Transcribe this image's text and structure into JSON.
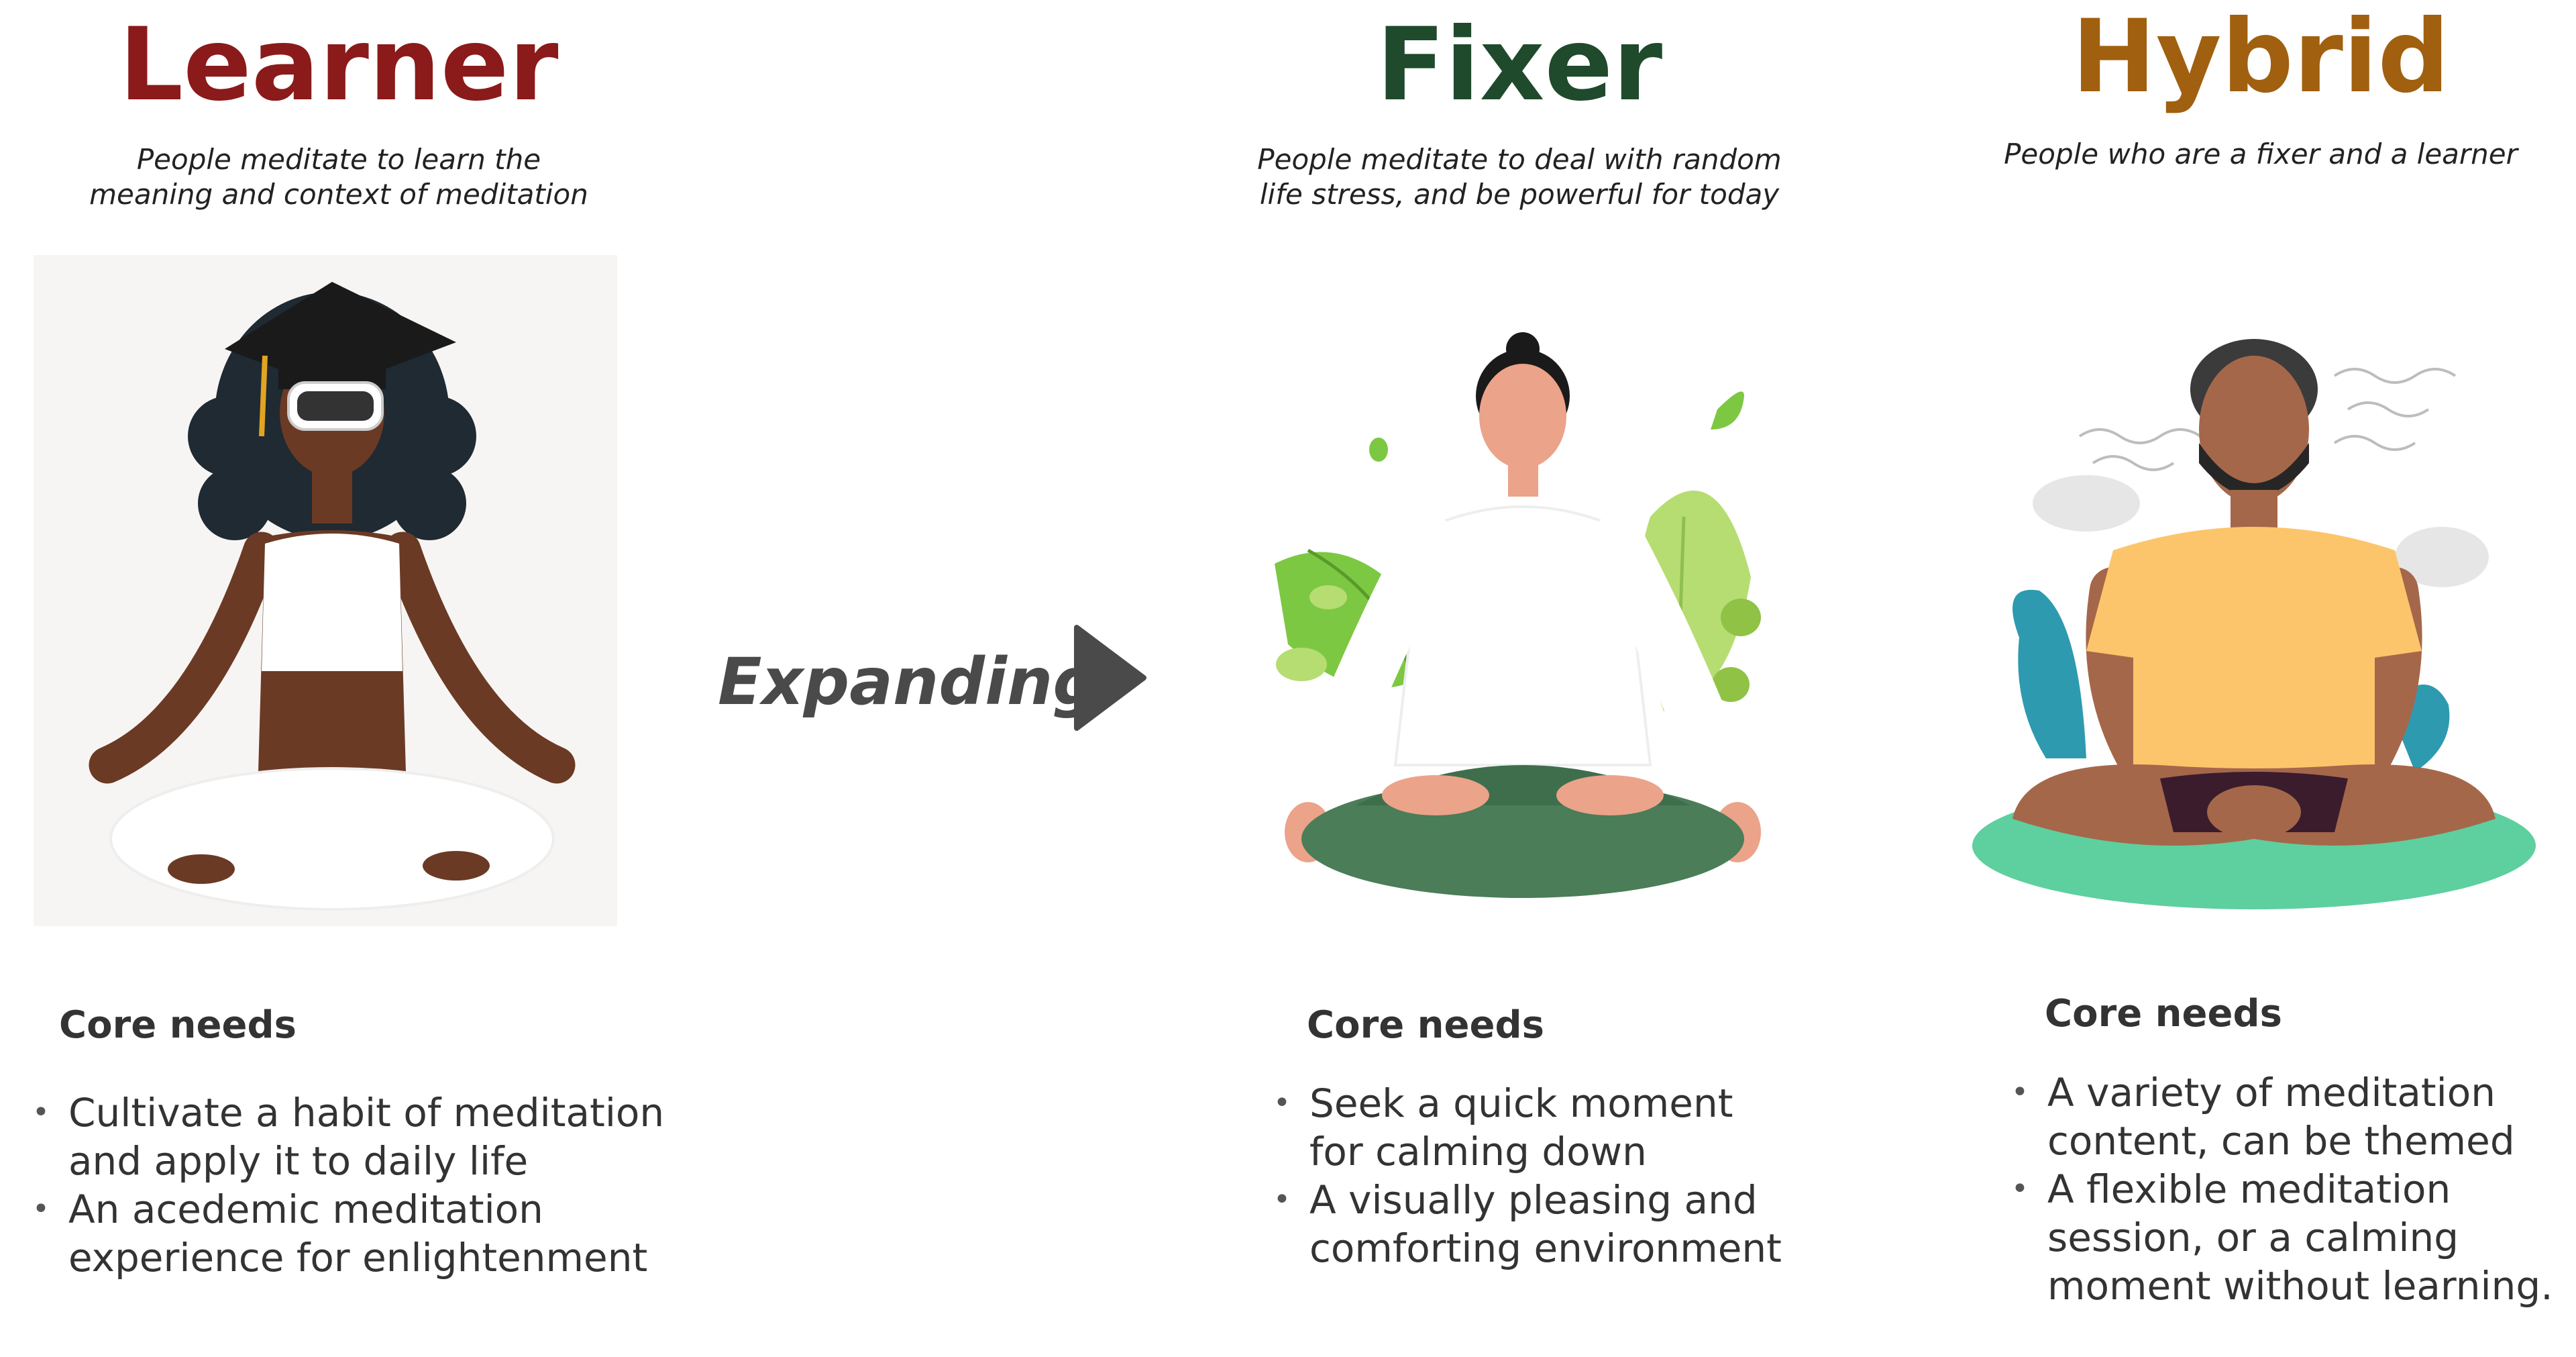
{
  "colors": {
    "learner": "#8b1a1a",
    "fixer": "#1f4a2c",
    "hybrid": "#a0600f",
    "arrow": "#4a4a4a"
  },
  "expanding_label": "Expanding",
  "personas": [
    {
      "title": "Learner",
      "tagline_lines": [
        "People meditate to learn the",
        "meaning and context of meditation"
      ],
      "needs_heading": "Core needs",
      "needs": [
        [
          "Cultivate a habit of meditation",
          "and apply it to daily life"
        ],
        [
          "An acedemic meditation",
          "experience for enlightenment"
        ]
      ]
    },
    {
      "title": "Fixer",
      "tagline_lines": [
        "People meditate to deal with random",
        "life stress, and be powerful for today"
      ],
      "needs_heading": "Core needs",
      "needs": [
        [
          "Seek a quick moment",
          "for calming down"
        ],
        [
          "A visually pleasing and",
          "comforting environment"
        ]
      ]
    },
    {
      "title": "Hybrid",
      "tagline_lines": [
        "People who are a fixer and a learner"
      ],
      "needs_heading": "Core needs",
      "needs": [
        [
          "A variety of meditation",
          "content, can be themed"
        ],
        [
          "A flexible meditation",
          "session, or a calming",
          "moment without learning."
        ]
      ]
    }
  ],
  "icons": {
    "learner_illustration": "meditating-graduate-vr-illustration",
    "fixer_illustration": "meditating-woman-leaves-illustration",
    "hybrid_illustration": "meditating-man-plants-illustration",
    "arrow": "arrow-right-icon"
  }
}
